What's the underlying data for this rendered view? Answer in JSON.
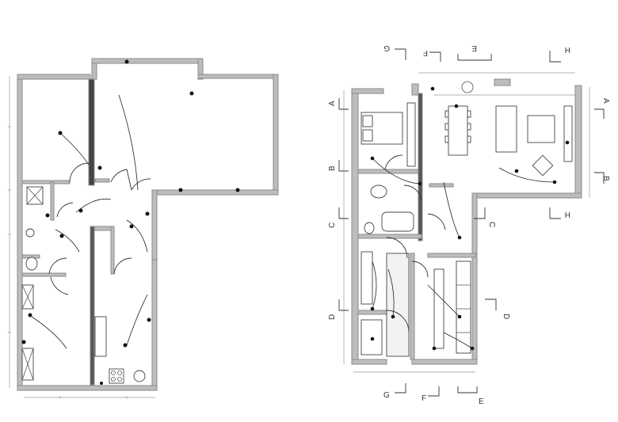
{
  "section_letters": {
    "top": [
      "G",
      "F",
      "E",
      "H"
    ],
    "bottom": [
      "G",
      "F",
      "E"
    ],
    "left": [
      "A",
      "B",
      "C",
      "D"
    ],
    "right": [
      "A",
      "B",
      "H",
      "C",
      "D"
    ]
  },
  "colors": {
    "wall": "#bdbdbd",
    "linework": "#222222",
    "background": "#ffffff"
  }
}
